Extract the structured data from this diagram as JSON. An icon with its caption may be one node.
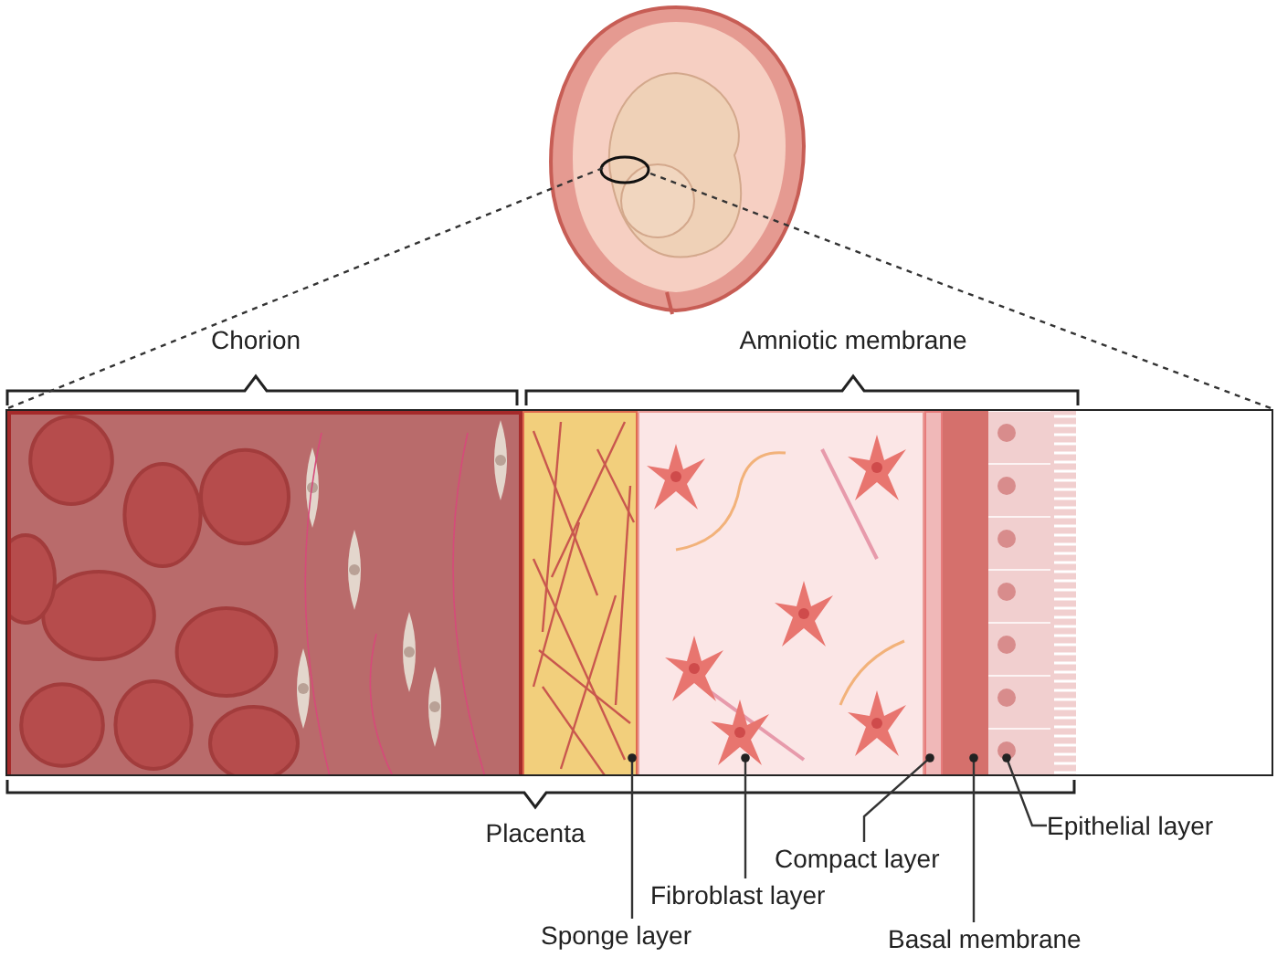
{
  "diagram": {
    "nodes": [
      {
        "text": [],
        "shape": "picture"
      },
      {
        "text": [],
        "shape": "box"
      },
      {
        "text": [],
        "shape": "box",
        "in": 1
      },
      {
        "text": [],
        "shape": "box",
        "in": 1
      },
      {
        "text": [],
        "shape": "box",
        "in": 1
      },
      {
        "text": [],
        "shape": "box",
        "in": 1
      },
      {
        "text": [],
        "shape": "box",
        "in": 1
      },
      {
        "text": [],
        "shape": "box",
        "in": 1
      },
      {
        "text": [
          "Sponge layer"
        ]
      },
      {
        "text": [
          "Fibroblast layer"
        ]
      },
      {
        "text": [
          "Compact layer"
        ]
      },
      {
        "text": [
          "Basal membrane"
        ]
      },
      {
        "text": [
          "Epithelial layer"
        ]
      }
    ],
    "edges": [
      {
        "from": 0,
        "to": 1,
        "arrow": "none",
        "style": "dashed"
      },
      {
        "from": 0,
        "to": 1,
        "arrow": "none",
        "style": "dashed"
      },
      {
        "from": 8,
        "to": 3,
        "arrow": "other"
      },
      {
        "from": 9,
        "to": 4,
        "arrow": "other"
      },
      {
        "from": 10,
        "to": 5,
        "arrow": "other"
      },
      {
        "from": 11,
        "to": 6,
        "arrow": "other"
      },
      {
        "from": 12,
        "to": 7,
        "arrow": "other"
      }
    ],
    "labels": [
      "Chorion",
      "Amniotic membrane",
      "Placenta"
    ]
  }
}
